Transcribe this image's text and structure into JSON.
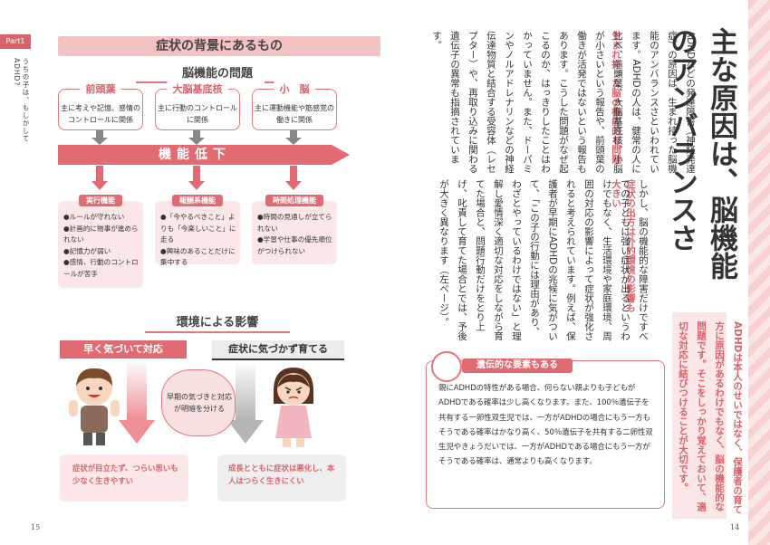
{
  "left": {
    "part_tab": "Part1",
    "side_heading": "うちの子は、もしかしてADHD?",
    "title": "症状の背景にあるもの",
    "brain_heading": "脳機能の問題",
    "brain_areas": [
      {
        "name": "前頭葉",
        "desc": "主に考えや記憶、感情のコントロールに関係"
      },
      {
        "name": "大脳基底核",
        "desc": "主に行動のコントロールに関係"
      },
      {
        "name": "小　脳",
        "desc": "主に運動機能や筋感覚の働きに関係"
      }
    ],
    "func_label": "機能低下",
    "problems": [
      {
        "label": "実行機能",
        "items": [
          "●ルールが守れない",
          "●計画的に物事が進められない",
          "●記憶力が弱い",
          "●感情、行動のコントロールが苦手"
        ]
      },
      {
        "label": "報酬系機能",
        "items": [
          "●「今やるべきこと」よりも「今楽しいこと」に走る",
          "●興味のあることだけに集中する"
        ]
      },
      {
        "label": "時間処理機能",
        "items": [
          "●時間の見通しが立てられない",
          "●学習や仕事の優先順位がつけられない"
        ]
      }
    ],
    "env_heading": "環境による影響",
    "early_label": "早く気づいて対応",
    "late_label": "症状に気づかず育てる",
    "bubble_text": "早期の気づきと対応が明暗を分ける",
    "early_outcome": "症状が目立たず、つらい思いも少なく生きやすい",
    "late_outcome": "成長とともに症状は悪化し、本人はつらく生きにくい",
    "page_number": "15"
  },
  "right": {
    "main_title": "主な原因は、脳機能のアンバランスさ",
    "intro": "ADHDは本人のせいではなく、保護者の育て方に原因があるわけでもなく、脳の機能的な問題です。そこをしっかり覚えておいて、適切な対応に結びつけることが大切です。",
    "section1_heading": "生まれ持った脳の機能的な問題",
    "section1_body": "ADHDなどの発達障害（神経発達症）の原因は、生まれ持った脳機能のアンバランスさといわれています。ADHDの人は、健常の人に比べ、前頭葉、大脳基底核、小脳が小さいという報告や、前頭葉の働きが活発ではないという報告もあります。こうした問題がなぜ起こるのか、はっきりしたことはわかっていません。また、ドーパミンやノルアドレナリンなどの神経伝達物質と結合する受容体（レセプター）や、再取り込みに関わる遺伝子の異常も指摘されています。",
    "section2_heading": "症状の出方は外的環境の影響も大きい",
    "section2_body": "しかし、脳の機能的な障害だけですべての子どもに強い症状が出るというわけでもなく、生活環境や家庭環境、周囲の対応の影響によって症状が強化されると考えられています。例えば、保護者が早期にADHDの兆候に気がついて、「この子の行動には理由があり、わざとやっているわけではない」と理解し愛情深く適切な対応をしながら育てた場合と、問題行動だけをとり上げ、叱責して育てた場合とでは、予後が大きく異なります（左ページ）。",
    "genetic_heading": "遺伝的な要素もある",
    "genetic_body": "親にADHDの特性がある場合、何らない親よりも子どもがADHDである確率は少し高くなります。また、100％遺伝子を共有する一卵性双生児では、一方がADHDの場合にもう一方もそうである確率はかなり高く、50％遺伝子を共有する二卵性双生児やきょうだいでは、一方がADHDである場合にもう一方がそうである確率は、通常よりも高くなります。",
    "page_number": "14"
  },
  "colors": {
    "accent": "#e06b72",
    "accent_light": "#fbe7e7",
    "text": "#333333"
  },
  "icons": [
    "arrow-down-icon",
    "magnifier-icon",
    "boy-illustration",
    "girl-illustration",
    "thought-bubble-icon"
  ]
}
